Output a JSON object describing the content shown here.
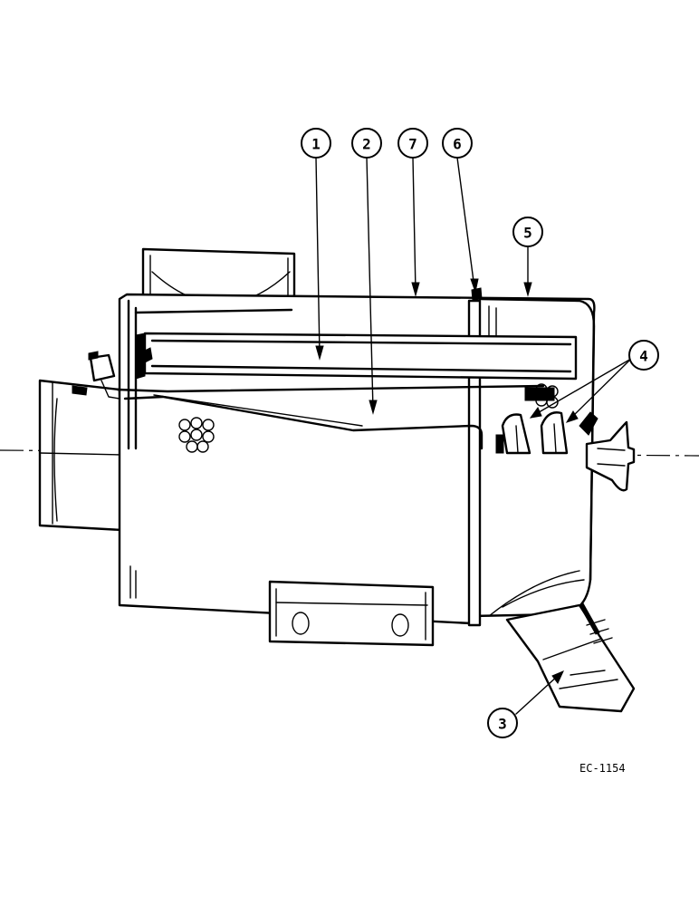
{
  "diagram": {
    "callouts": [
      "1",
      "2",
      "7",
      "6",
      "5",
      "4",
      "3"
    ],
    "drawing_code": "EC-1154"
  }
}
